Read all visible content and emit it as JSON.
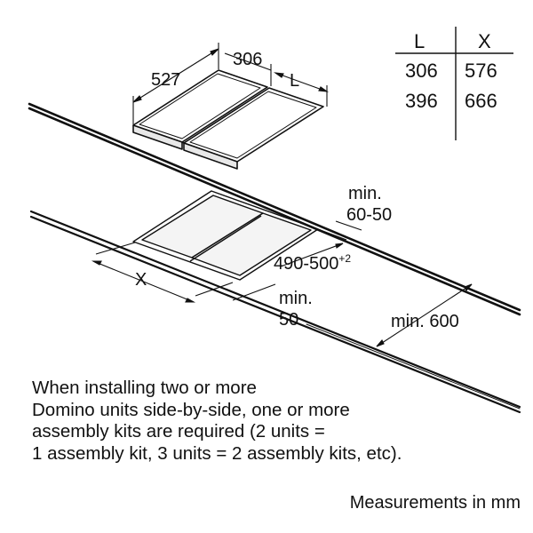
{
  "table": {
    "headers": [
      "L",
      "X"
    ],
    "rows": [
      [
        "306",
        "576"
      ],
      [
        "396",
        "666"
      ]
    ]
  },
  "dimensions": {
    "depth": "527",
    "width": "306",
    "length_var": "L",
    "cutout_var": "X",
    "min_back_1": "min.",
    "min_back_2": "60-50",
    "cutout_depth": "490-500",
    "cutout_depth_sup": "+2",
    "min_side_1": "min.",
    "min_side_2": "50",
    "min_front": "min. 600"
  },
  "note": {
    "lines": [
      "When installing two or more",
      "Domino units side-by-side, one or more",
      "assembly kits are required (2 units =",
      "1 assembly kit, 3 units = 2 assembly kits, etc)."
    ]
  },
  "units": "Measurements in mm"
}
